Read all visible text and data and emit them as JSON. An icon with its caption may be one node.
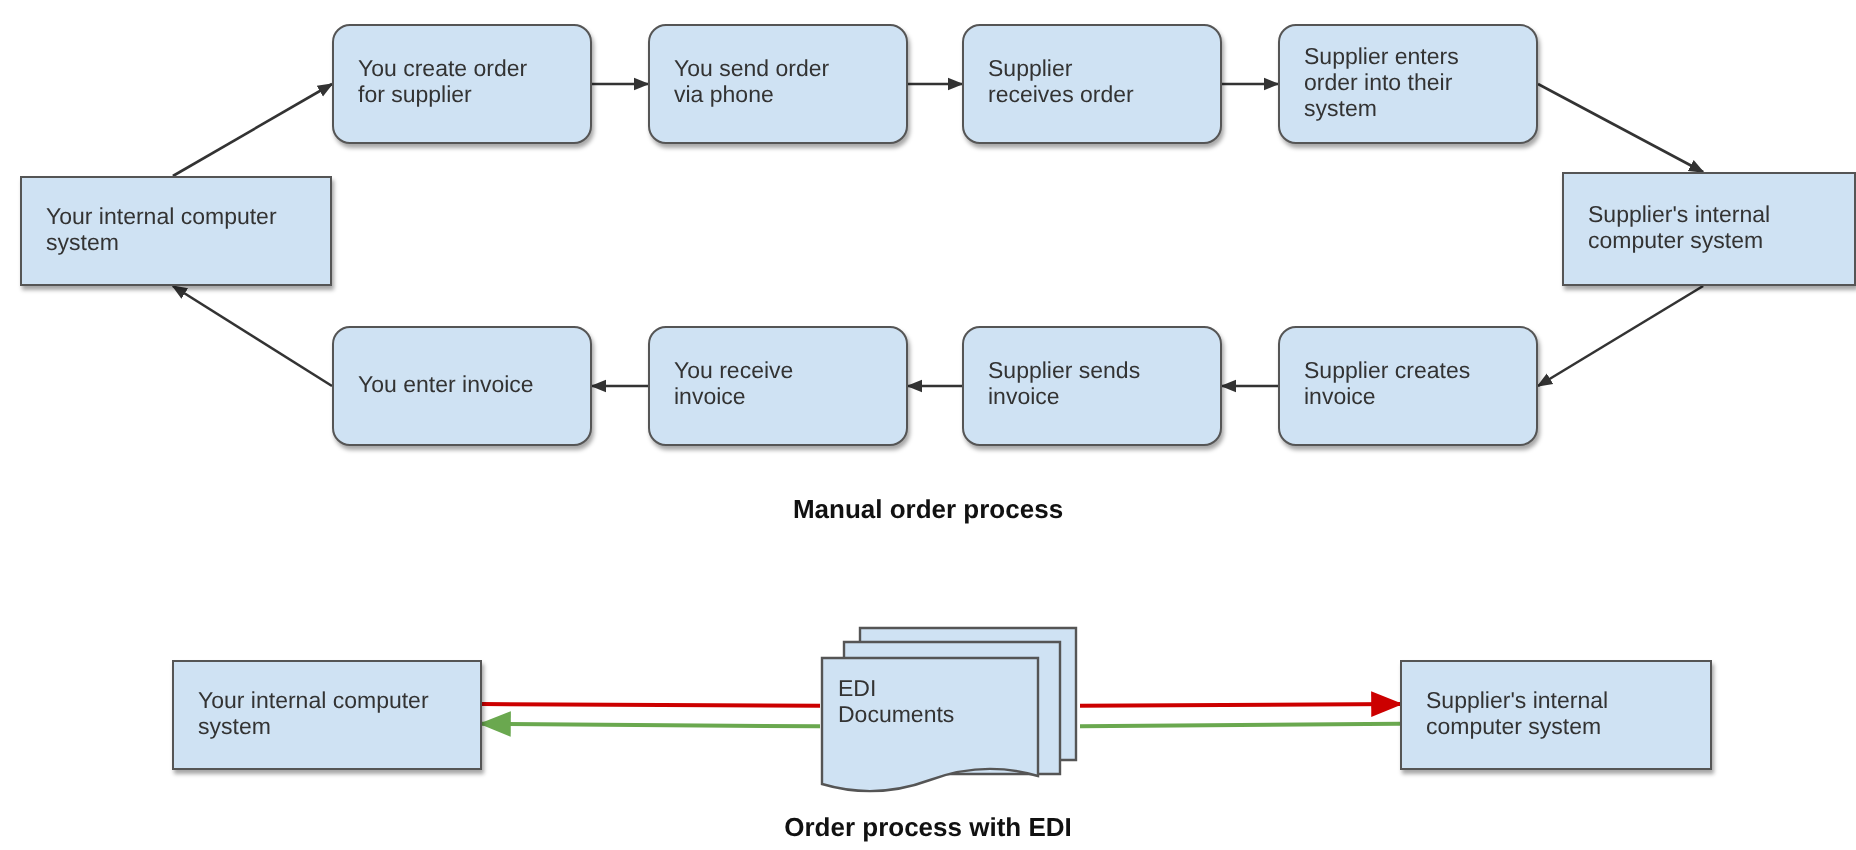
{
  "diagram": {
    "nodes": [
      {
        "text": [
          "Your internal computer system"
        ]
      },
      {
        "text": [
          "You create order for supplier"
        ]
      },
      {
        "text": [
          "You send order via phone"
        ]
      },
      {
        "text": [
          "Supplier receives order"
        ]
      },
      {
        "text": [
          "Supplier enters order into their system"
        ]
      },
      {
        "text": [
          "Supplier's internal computer system"
        ]
      },
      {
        "text": [
          "Supplier creates invoice"
        ]
      },
      {
        "text": [
          "Supplier sends invoice"
        ]
      },
      {
        "text": [
          "You receive invoice"
        ]
      },
      {
        "text": [
          "You enter invoice"
        ]
      },
      {
        "text": [
          "Your internal computer system"
        ]
      },
      {
        "text": [
          "EDI Documents"
        ]
      },
      {
        "text": [
          "Supplier's internal computer system"
        ]
      }
    ],
    "edges": [
      {
        "from": 0,
        "to": 1,
        "arrow": "to"
      },
      {
        "from": 1,
        "to": 2,
        "arrow": "to"
      },
      {
        "from": 2,
        "to": 3,
        "arrow": "to"
      },
      {
        "from": 3,
        "to": 4,
        "arrow": "to"
      },
      {
        "from": 4,
        "to": 5,
        "arrow": "to"
      },
      {
        "from": 5,
        "to": 6,
        "arrow": "to"
      },
      {
        "from": 6,
        "to": 7,
        "arrow": "to"
      },
      {
        "from": 7,
        "to": 8,
        "arrow": "to"
      },
      {
        "from": 8,
        "to": 9,
        "arrow": "to"
      },
      {
        "from": 9,
        "to": 0,
        "arrow": "to"
      },
      {
        "from": 10,
        "to": 11,
        "arrow": "none",
        "color": "#cc0000"
      },
      {
        "from": 11,
        "to": 12,
        "arrow": "to",
        "color": "#cc0000"
      },
      {
        "from": 12,
        "to": 11,
        "arrow": "none",
        "color": "#6aa84f"
      },
      {
        "from": 11,
        "to": 10,
        "arrow": "to",
        "color": "#6aa84f"
      }
    ],
    "labels": [
      "Manual order process",
      "Order process with EDI"
    ]
  }
}
